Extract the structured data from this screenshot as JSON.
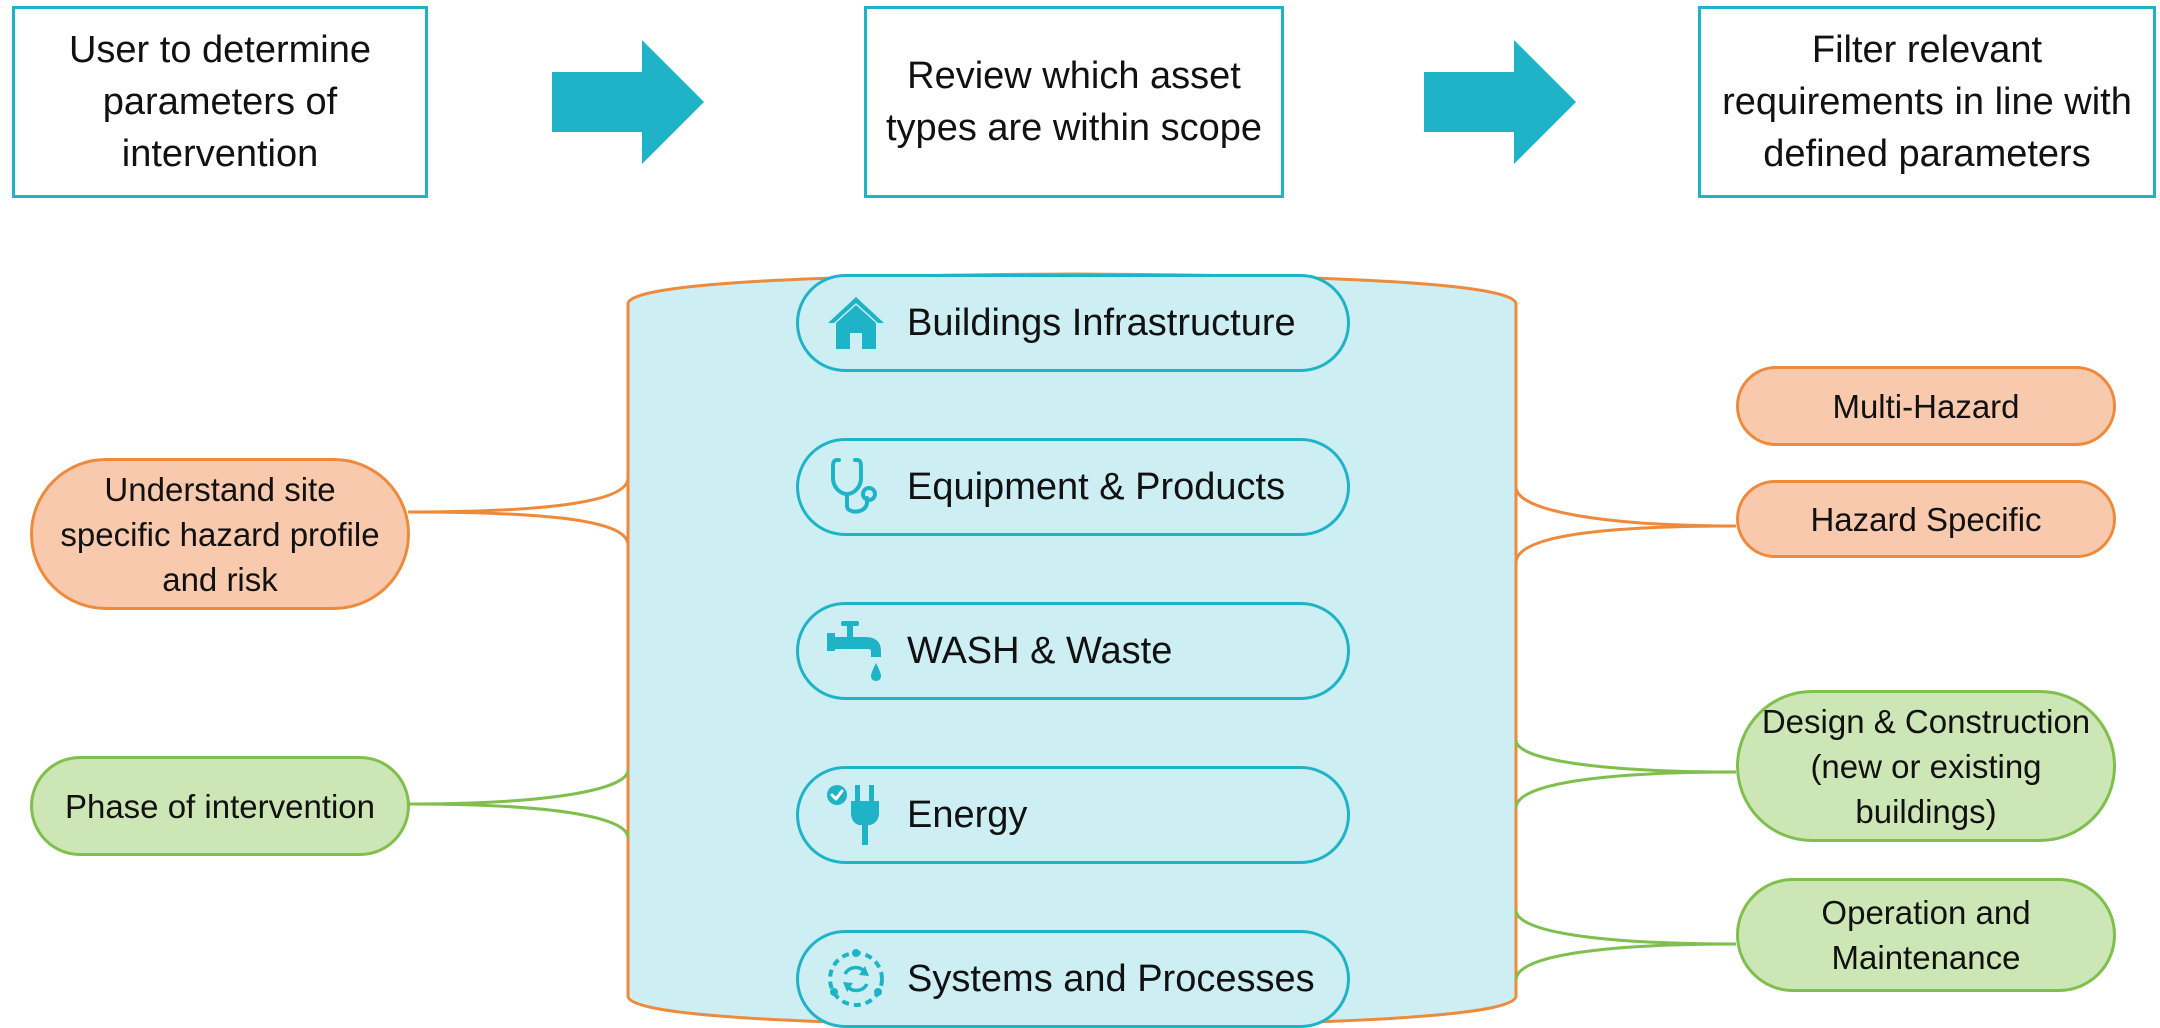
{
  "colors": {
    "teal": "#1fb3c8",
    "cylinder_fill": "#cdeff3",
    "orange_border": "#ee8a3c",
    "orange_fill": "#f8c9ad",
    "green_border": "#7fbf4d",
    "green_fill": "#cde6b5"
  },
  "steps": [
    {
      "text": "User to determine parameters of intervention"
    },
    {
      "text": "Review which asset types are within scope"
    },
    {
      "text": "Filter relevant requirements in line with defined parameters"
    }
  ],
  "left_nodes": {
    "hazard": "Understand site specific hazard profile and risk",
    "phase": "Phase of intervention"
  },
  "assets": [
    {
      "label": "Buildings Infrastructure",
      "icon": "house-icon"
    },
    {
      "label": "Equipment & Products",
      "icon": "stethoscope-icon"
    },
    {
      "label": "WASH & Waste",
      "icon": "water-tap-icon"
    },
    {
      "label": "Energy",
      "icon": "power-plug-icon"
    },
    {
      "label": "Systems and Processes",
      "icon": "cycle-process-icon"
    }
  ],
  "right_nodes": {
    "multi_hazard": "Multi-Hazard",
    "hazard_specific": "Hazard Specific",
    "design": "Design & Construction (new or existing buildings)",
    "operation": "Operation and Maintenance"
  }
}
